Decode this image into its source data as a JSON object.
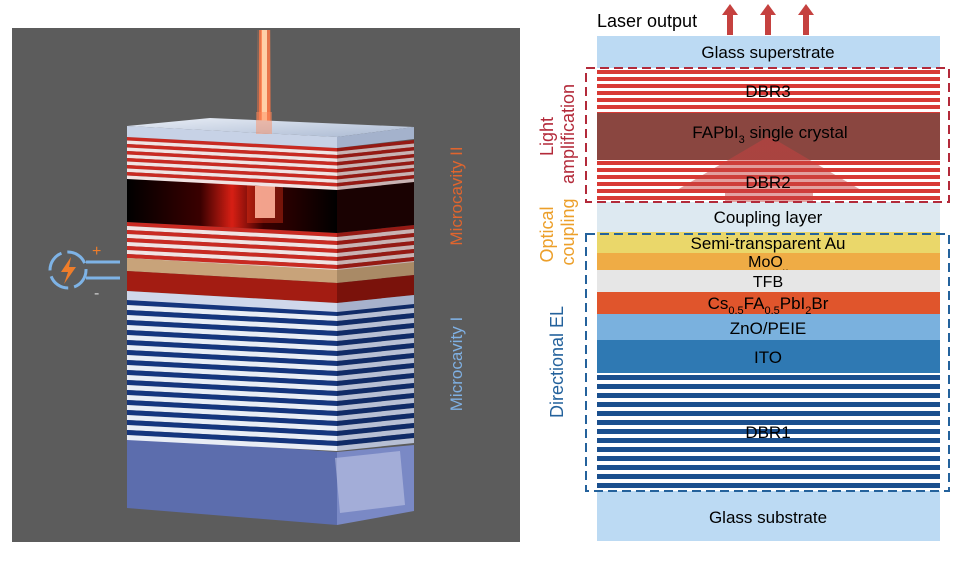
{
  "figure": {
    "render": {
      "left_panel_bg": "#5c5c5c",
      "glass_color": "#bcdaf3",
      "red_color": "#d83a35",
      "blue_color": "#1a4f8e",
      "crystal_color": "#8a4640",
      "coupling_color": "#dde9f1",
      "au_color": "#ead76a",
      "moo_color": "#efac45",
      "tfb_color": "#e6e6e6",
      "perov_color": "#e0552c",
      "zno_color": "#7ab1de",
      "ito_color": "#2f79b3",
      "amp_box_color": "#b32a3a",
      "el_box_color": "#24629c",
      "coupling_label_color": "#ec9f2a",
      "arrow_color": "#c5413f"
    },
    "left": {
      "label_microcavity_2": "Microcavity II",
      "label_microcavity_1": "Microcavity I",
      "plus": "+",
      "minus": "-",
      "source_icon": "lightning-icon"
    },
    "right": {
      "laser_output": "Laser output",
      "side_labels": {
        "light_amplification": [
          "Light",
          "amplification"
        ],
        "optical_coupling": [
          "Optical",
          "coupling"
        ],
        "directional_el": "Directional EL"
      },
      "layers": {
        "glass_superstrate": "Glass superstrate",
        "dbr3": "DBR3",
        "crystal": [
          "FAPbI",
          "3",
          " single crystal"
        ],
        "dbr2": "DBR2",
        "coupling": "Coupling layer",
        "au": "Semi-transparent Au",
        "moo": [
          "MoO",
          "x"
        ],
        "tfb": "TFB",
        "perov": [
          "Cs",
          "0.5",
          "FA",
          "0.5",
          "PbI",
          "2",
          "Br"
        ],
        "zno": "ZnO/PEIE",
        "ito": "ITO",
        "dbr1": "DBR1",
        "glass_substrate": "Glass substrate"
      }
    }
  }
}
